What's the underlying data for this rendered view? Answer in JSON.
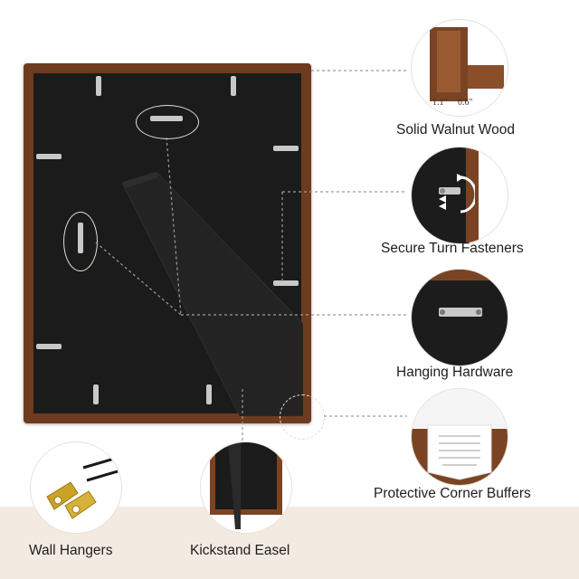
{
  "features": {
    "wood": {
      "label": "Solid Walnut Wood",
      "dim_a": "1.1\"",
      "dim_b": "0.6\""
    },
    "fasteners": {
      "label": "Secure Turn Fasteners"
    },
    "hardware": {
      "label": "Hanging Hardware"
    },
    "buffers": {
      "label": "Protective Corner Buffers"
    },
    "hangers": {
      "label": "Wall Hangers"
    },
    "easel": {
      "label": "Kickstand Easel"
    }
  },
  "colors": {
    "walnut": "#6e3b1f",
    "backing": "#1b1b1b",
    "band": "#f3ebe2",
    "callout_line": "#e8ddd0",
    "hanger_gold": "#c9a227"
  },
  "icons": [
    "turn-arrow-icon"
  ]
}
